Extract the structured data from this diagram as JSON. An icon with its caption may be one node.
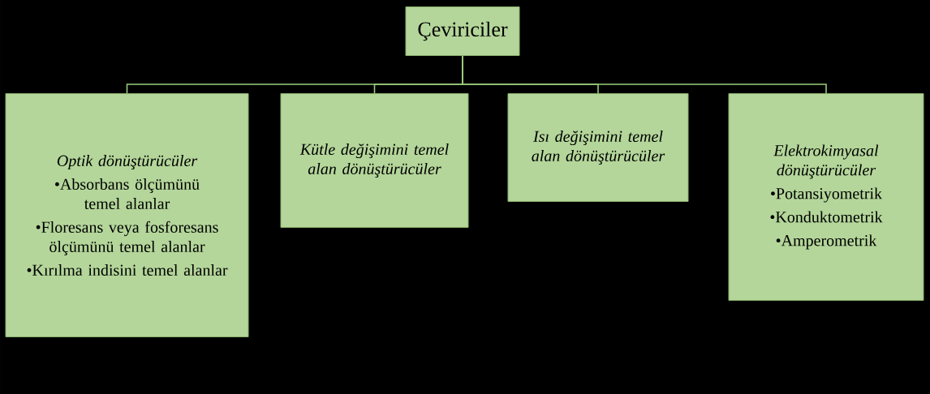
{
  "diagram": {
    "nodes": [
      {
        "text": [
          "Çeviriciler"
        ]
      },
      {
        "text": [
          "Optik dönüştürücüler",
          "•Absorbans ölçümünü temel alanlar",
          "•Floresans veya fosforesans ölçümünü temel alanlar",
          "•Kırılma indisini temel alanlar"
        ]
      },
      {
        "text": [
          "Kütle değişimini temel alan dönüştürücüler"
        ]
      },
      {
        "text": [
          "Isı değişimini temel alan dönüştürücüler"
        ]
      },
      {
        "text": [
          "Elektrokimyasal dönüştürücüler",
          "•Potansiyometrik",
          "•Konduktometrik",
          "•Amperometrik"
        ]
      }
    ],
    "edges": [
      {
        "from": 0,
        "to": 1,
        "arrow": "none"
      },
      {
        "from": 0,
        "to": 2,
        "arrow": "none"
      },
      {
        "from": 0,
        "to": 3,
        "arrow": "none"
      },
      {
        "from": 0,
        "to": 4,
        "arrow": "none"
      }
    ]
  }
}
